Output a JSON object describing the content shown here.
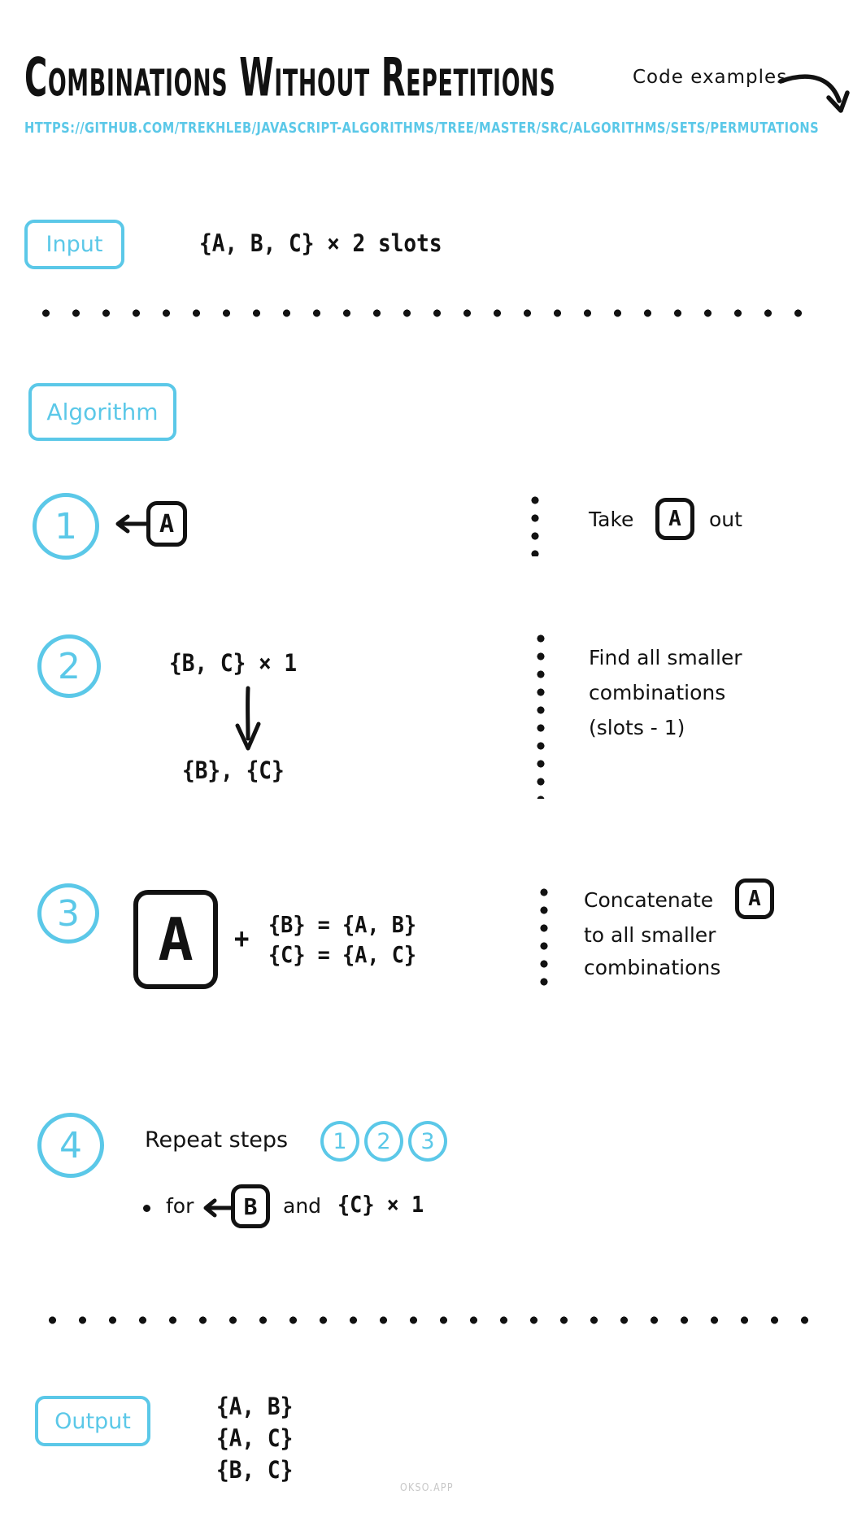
{
  "header": {
    "title": "Combinations Without Repetitions",
    "code_examples": "Code examples",
    "url": "https://github.com/trekhleb/javascript-algorithms/tree/master/src/algorithms/sets/permutations"
  },
  "labels": {
    "input": "Input",
    "algorithm": "Algorithm",
    "output": "Output"
  },
  "input": {
    "value": "{A, B, C} × 2 slots"
  },
  "steps": {
    "one": {
      "number": "1",
      "extracted_letter": "A",
      "note": {
        "pre": "Take",
        "boxed": "A",
        "post": "out"
      }
    },
    "two": {
      "number": "2",
      "expression": "{B, C} × 1",
      "result": "{B}, {C}",
      "note_lines": [
        "Find all smaller",
        "combinations",
        "(slots - 1)"
      ]
    },
    "three": {
      "number": "3",
      "letter": "A",
      "plus": "+",
      "equations": [
        "{B} = {A, B}",
        "{C} = {A, C}"
      ],
      "note": {
        "pre": "Concatenate",
        "boxed": "A",
        "line2": "to all smaller",
        "line3": "combinations"
      }
    },
    "four": {
      "number": "4",
      "label": "Repeat steps",
      "repeat": [
        "1",
        "2",
        "3"
      ],
      "bullet": {
        "pre": "for",
        "boxed": "B",
        "mid": "and",
        "expr": "{C} × 1"
      }
    }
  },
  "output": {
    "values": [
      "{A, B}",
      "{A, C}",
      "{B, C}"
    ]
  },
  "watermark": "OKSO.APP",
  "colors": {
    "accent": "#5BC8E8",
    "ink": "#121212"
  }
}
